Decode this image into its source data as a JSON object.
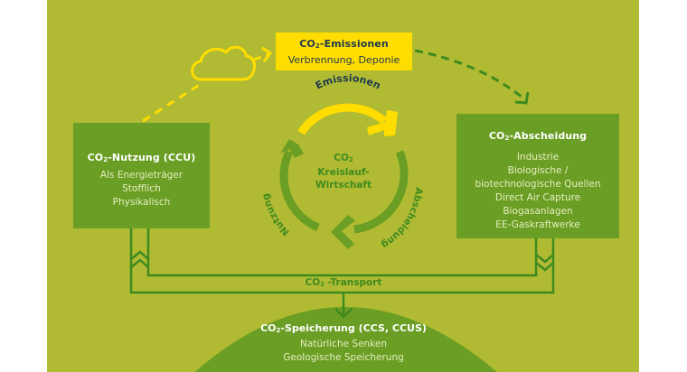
{
  "colors": {
    "panel_background": "#b0bb33",
    "box_green": "#6b9e24",
    "line_green": "#3f8a1f",
    "emission_yellow": "#ffdd00",
    "dark_text": "#1f3a4d",
    "white": "#ffffff"
  },
  "emissions_box": {
    "title_prefix": "CO",
    "title_sub": "2",
    "title_suffix": "-Emissionen",
    "lines": [
      "Verbrennung, Deponie"
    ]
  },
  "utilization_box": {
    "title_prefix": "CO",
    "title_sub": "2",
    "title_suffix": "-Nutzung (CCU)",
    "lines": [
      "Als Energieträger",
      "Stofflich",
      "Physikalisch"
    ]
  },
  "capture_box": {
    "title_prefix": "CO",
    "title_sub": "2",
    "title_suffix": "-Abscheidung",
    "lines": [
      "Industrie",
      "Biologische /",
      "biotechnologische Quellen",
      "Direct Air Capture",
      "Biogasanlagen",
      "EE-Gaskraftwerke"
    ]
  },
  "storage": {
    "title_prefix": "CO",
    "title_sub": "2",
    "title_suffix": "-Speicherung (CCS, CCUS)",
    "lines": [
      "Natürliche Senken",
      "Geologische Speicherung"
    ]
  },
  "transport": {
    "label_prefix": "CO",
    "label_sub": "2",
    "label_suffix": " -Transport"
  },
  "cycle": {
    "center_line1_prefix": "CO",
    "center_line1_sub": "2",
    "center_line2": "Kreislauf-",
    "center_line3": "Wirtschaft",
    "arc_labels": {
      "top": "Emissionen",
      "right": "Abscheidung",
      "left": "Nutzung"
    }
  },
  "icons": {
    "cloud": "cloud-icon",
    "arrows": [
      "dashed-arrow-cloud-to-emissions",
      "dashed-arrow-emissions-to-capture",
      "cycle-arrows",
      "transport-chevrons",
      "storage-arrow"
    ]
  }
}
